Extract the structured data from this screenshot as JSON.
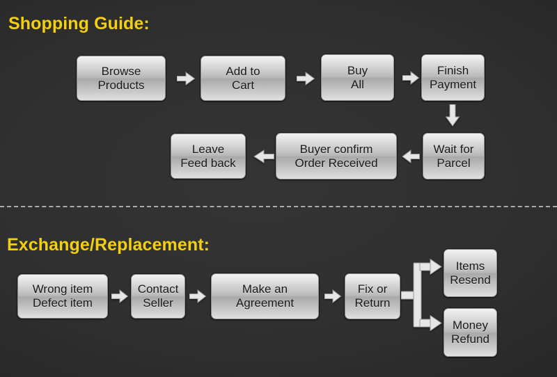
{
  "page": {
    "background_color": "#2b2b2b",
    "title_color": "#f2cf12",
    "box_fill_light": "#f2f2f2",
    "box_fill_dark": "#a9a9a9",
    "arrow_color": "#e6e6e6",
    "divider_color": "#cfcfcf"
  },
  "sections": [
    {
      "id": "shopping-guide",
      "title": "Shopping Guide:",
      "rows": [
        {
          "id": "shopping-row-1",
          "nodes": [
            {
              "id": "browse-products",
              "line1": "Browse",
              "line2": "Products"
            },
            {
              "id": "add-to-cart",
              "line1": "Add to",
              "line2": "Cart"
            },
            {
              "id": "buy-all",
              "line1": "Buy",
              "line2": "All"
            },
            {
              "id": "finish-payment",
              "line1": "Finish",
              "line2": "Payment"
            }
          ]
        },
        {
          "id": "shopping-row-2",
          "nodes": [
            {
              "id": "leave-feedback",
              "line1": "Leave",
              "line2": "Feed back"
            },
            {
              "id": "buyer-confirm",
              "line1": "Buyer confirm",
              "line2": "Order Received"
            },
            {
              "id": "wait-for-parcel",
              "line1": "Wait for",
              "line2": "Parcel"
            }
          ]
        }
      ],
      "connectors": [
        {
          "id": "arrow-browse-to-cart",
          "direction": "right"
        },
        {
          "id": "arrow-cart-to-buy",
          "direction": "right"
        },
        {
          "id": "arrow-buy-to-payment",
          "direction": "right"
        },
        {
          "id": "arrow-payment-to-wait",
          "direction": "down"
        },
        {
          "id": "arrow-wait-to-confirm",
          "direction": "left"
        },
        {
          "id": "arrow-confirm-to-feedback",
          "direction": "left"
        }
      ]
    },
    {
      "id": "exchange-replacement",
      "title": "Exchange/Replacement:",
      "rows": [
        {
          "id": "exchange-row-1",
          "nodes": [
            {
              "id": "wrong-defect-item",
              "line1": "Wrong item",
              "line2": "Defect item"
            },
            {
              "id": "contact-seller",
              "line1": "Contact",
              "line2": "Seller"
            },
            {
              "id": "make-agreement",
              "line1": "Make an",
              "line2": "Agreement"
            },
            {
              "id": "fix-or-return",
              "line1": "Fix or",
              "line2": "Return"
            },
            {
              "id": "items-resend",
              "line1": "Items",
              "line2": "Resend"
            },
            {
              "id": "money-refund",
              "line1": "Money",
              "line2": "Refund"
            }
          ]
        }
      ],
      "connectors": [
        {
          "id": "arrow-item-to-seller",
          "direction": "right"
        },
        {
          "id": "arrow-seller-to-agreement",
          "direction": "right"
        },
        {
          "id": "arrow-agreement-to-fix",
          "direction": "right"
        },
        {
          "id": "fork-fix-to-outcomes",
          "direction": "fork-right"
        }
      ]
    }
  ]
}
